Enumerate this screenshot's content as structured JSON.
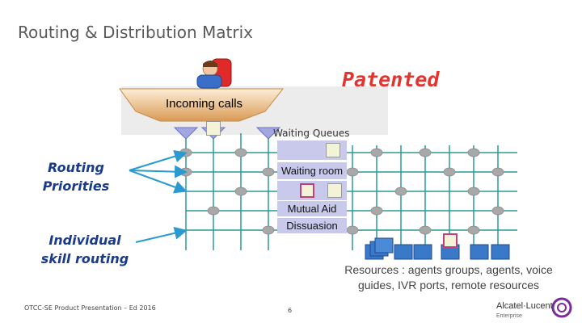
{
  "title": "Routing & Distribution Matrix",
  "watermark": "Patented",
  "incoming_calls": "Incoming calls",
  "waiting_queues": "Waiting Queues",
  "waiting_room": "Waiting room",
  "mutual_aid": "Mutual Aid",
  "dissuasion": "Dissuasion",
  "routing_priorities": {
    "line1": "Routing",
    "line2": "Priorities"
  },
  "individual_skill_routing": {
    "line1": "Individual",
    "line2": "skill routing"
  },
  "resources": {
    "line1": "Resources : agents groups, agents, voice",
    "line2": "guides, IVR ports, remote resources"
  },
  "footer": "OTCC-SE Product Presentation – Ed 2016",
  "page_number": "6",
  "brand": {
    "name": "Alcatel·Lucent",
    "sub": "Enterprise"
  },
  "icons": {
    "caller": "person-with-phone-icon",
    "queue": "agent-queue-icon",
    "resource": "agent-resource-icon",
    "logo": "alcatel-lucent-logo-icon"
  },
  "colors": {
    "grid": "#2a9a9a",
    "node": "#a8a8a8",
    "arrow": "#2a9ad0",
    "patented": "#e3342f",
    "box": "#c9c9ec",
    "banner": "#e9b77e",
    "label_blue": "#1a3a8c"
  }
}
